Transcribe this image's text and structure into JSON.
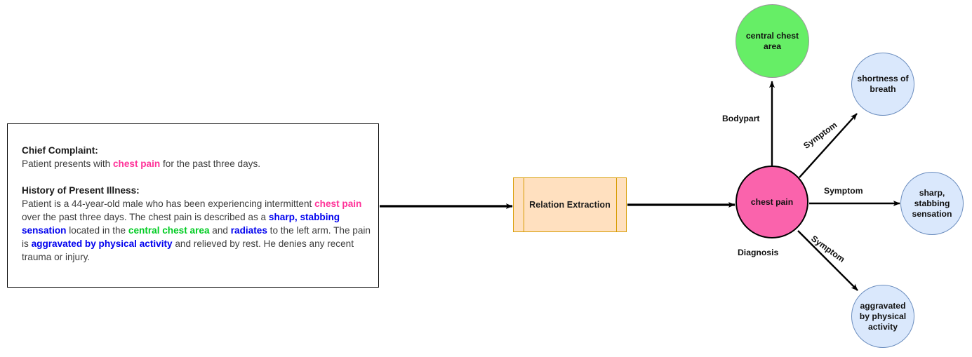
{
  "note": {
    "chief_heading": "Chief Complaint:",
    "chief_line_pre": "Patient presents with ",
    "chief_entity": "chest pain",
    "chief_line_post": " for the past three days.",
    "hpi_heading": "History of Present Illness:",
    "hpi_seg1": "Patient is a 44-year-old male who has been experiencing intermittent ",
    "hpi_ent1": "chest pain",
    "hpi_seg2": " over the past three days. The chest pain is described as a ",
    "hpi_ent2": "sharp, stabbing sensation",
    "hpi_seg3": " located in the ",
    "hpi_ent3": "central chest area",
    "hpi_seg4": " and ",
    "hpi_ent4": "radiates",
    "hpi_seg5": " to the left arm. The pain is ",
    "hpi_ent5": "aggravated by physical activity",
    "hpi_seg6": " and relieved by rest. He denies any recent trauma or injury."
  },
  "process": {
    "label": "Relation Extraction"
  },
  "graph": {
    "center_node": "chest pain",
    "nodes": [
      {
        "id": "central-chest-area",
        "label": "central chest area"
      },
      {
        "id": "shortness-of-breath",
        "label": "shortness of breath"
      },
      {
        "id": "sharp-stabbing-sensation",
        "label": "sharp, stabbing sensation"
      },
      {
        "id": "aggravated-by-physical-activity",
        "label": "aggravated by physical activity"
      }
    ],
    "edge_labels": {
      "bodypart": "Bodypart",
      "symptom_upper": "Symptom",
      "symptom_middle": "Symptom",
      "symptom_lower": "Symptom",
      "diagnosis": "Diagnosis"
    }
  },
  "colors": {
    "entity_pink": "#ff3399",
    "entity_blue": "#0000ee",
    "entity_green": "#00cc22",
    "center_node_fill": "#fa63ac",
    "bodypart_node_fill": "#66ee66",
    "symptom_node_fill": "#dae8fc",
    "symptom_node_stroke": "#6c8ebf",
    "process_fill": "#ffe0bf",
    "process_stroke": "#d79b00",
    "edge_stroke": "#000000"
  }
}
